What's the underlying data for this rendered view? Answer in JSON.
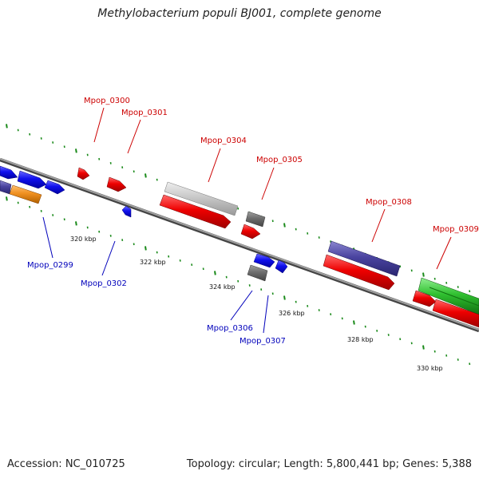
{
  "title": "Methylobacterium populi BJ001, complete genome",
  "footer": {
    "accession_label": "Accession: NC_010725",
    "summary": "Topology: circular; Length: 5,800,441 bp; Genes: 5,388"
  },
  "colors": {
    "backbone": "#808080",
    "tick": "#1a8a1a",
    "forward_label": "#cc0000",
    "reverse_label": "#0000bb"
  },
  "tick_labels": [
    "320 kbp",
    "322 kbp",
    "324 kbp",
    "326 kbp",
    "328 kbp",
    "330 kbp"
  ],
  "genes": {
    "Mpop_0299": "Mpop_0299",
    "Mpop_0300": "Mpop_0300",
    "Mpop_0301": "Mpop_0301",
    "Mpop_0302": "Mpop_0302",
    "Mpop_0304": "Mpop_0304",
    "Mpop_0305": "Mpop_0305",
    "Mpop_0306": "Mpop_0306",
    "Mpop_0307": "Mpop_0307",
    "Mpop_0308": "Mpop_0308",
    "Mpop_0309": "Mpop_0309"
  }
}
